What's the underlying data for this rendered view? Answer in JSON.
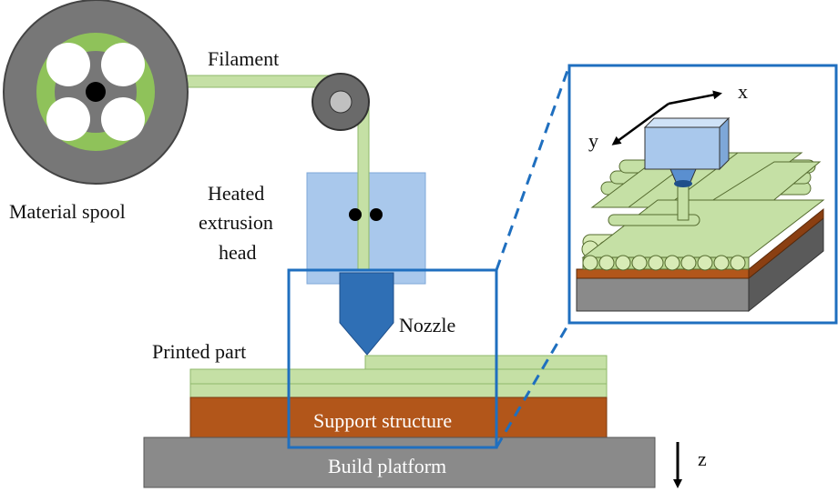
{
  "labels": {
    "material_spool": "Material spool",
    "filament": "Filament",
    "heated_line1": "Heated",
    "heated_line2": "extrusion",
    "heated_line3": "head",
    "nozzle": "Nozzle",
    "printed_part": "Printed part",
    "support_structure": "Support structure",
    "build_platform": "Build platform",
    "axis_x": "x",
    "axis_y": "y",
    "axis_z": "z"
  },
  "colors": {
    "spool": "#777777",
    "filament": "#c5e0a5",
    "filament_dark": "#8fb86a",
    "head": "#a9c8ec",
    "nozzle": "#2f6fb5",
    "support": "#b2561a",
    "platform": "#8a8a8a",
    "frame": "#1f6fbf"
  },
  "icons": [
    "spool-icon",
    "pulley-icon",
    "axis-arrows-icon"
  ]
}
